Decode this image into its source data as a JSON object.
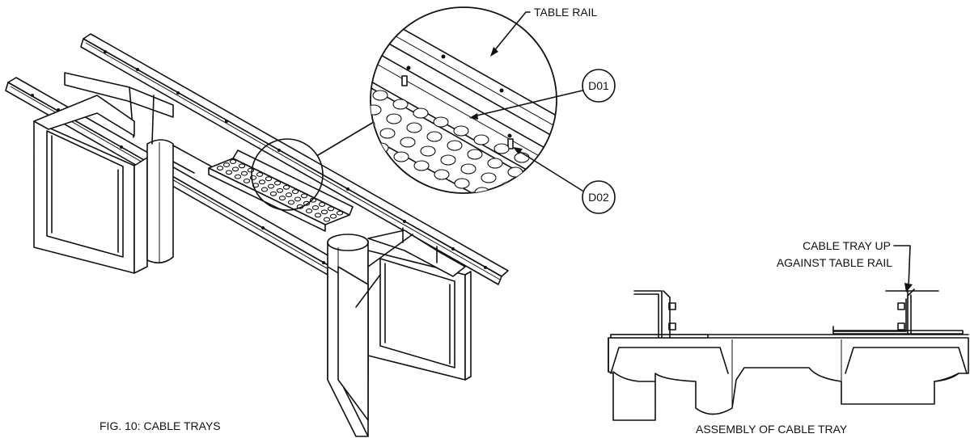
{
  "labels": {
    "table_rail": "TABLE RAIL",
    "d01": "D01",
    "d02": "D02",
    "fig_caption": "FIG. 10:  CABLE TRAYS",
    "cable_tray_line1": "CABLE TRAY UP",
    "cable_tray_line2": "AGAINST TABLE RAIL",
    "assembly_caption": "ASSEMBLY OF CABLE TRAY"
  },
  "colors": {
    "line": "#111111",
    "background": "#ffffff"
  }
}
